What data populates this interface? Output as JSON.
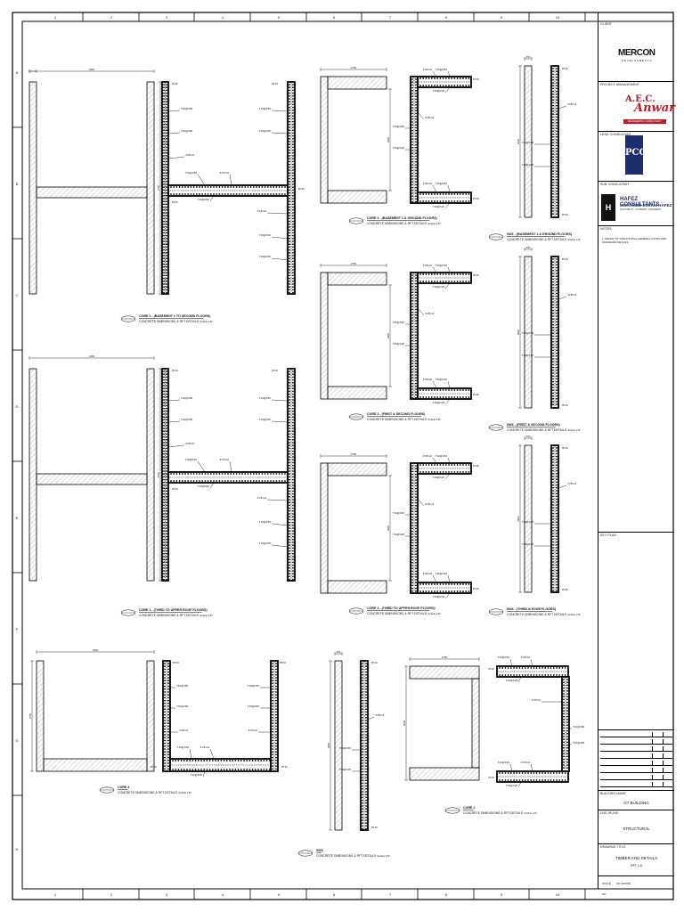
{
  "border": {
    "columns": [
      "1",
      "2",
      "3",
      "4",
      "5",
      "6",
      "7",
      "8",
      "9",
      "10"
    ],
    "rows": [
      "A",
      "B",
      "C",
      "D",
      "E",
      "F",
      "G",
      "H"
    ]
  },
  "title_block": {
    "client_label": "CLIENT",
    "client_logo": "MERCON",
    "client_logo_sub": "DEVELOPMENTS",
    "pm_label": "PROJECT MANAGEMENT",
    "pm_logo_top": "A.E.C.",
    "pm_logo": "Anwar",
    "pm_logo_sub": "ENGINEERING CONSULTANCY",
    "lead_label": "LEAD CONSULTANT",
    "lead_logo": "PCG",
    "sub_label": "SUB CONSULTANT",
    "sub_mark": "H",
    "sub_name": "HAFEZ CONSULTANTS",
    "sub_person": "MOHAMED ESSAM HAFEZ",
    "sub_desc": "ARCHITECTS · PLANNERS · ENGINEERS",
    "notes_label": "NOTES:",
    "notes_text": "1. REFER TO STRUCTURAL GENERAL NOTES AND STANDARD DETAILS",
    "keyplan_label": "KEY PLAN",
    "building_label": "BUILDING NAME",
    "building_value": "G7 BUILDING",
    "discipline_label": "DISCIPLINE",
    "discipline_value": "STRUCTURAL",
    "drawing_title_label": "DRAWING TITLE",
    "drawing_title_value": "TIMBER AND DETAILS",
    "drawing_title_sub": "RFT 1-5",
    "scale_label": "SCALE",
    "scale_value": "AS SHOWN",
    "sheet_label": "NO."
  },
  "drawing": {
    "titles": [
      {
        "id": "core1a",
        "text": "CORE 1 - (BASEMENT 1 TO SECOND FLOORS)",
        "sub": "CONCRETE DIMENSIONS & RFT DETAILS",
        "scale": "SCALE 1:25"
      },
      {
        "id": "core1b",
        "text": "CORE 1 - (THIRD TO UPPER ROOF FLOORS)",
        "sub": "CONCRETE DIMENSIONS & RFT DETAILS",
        "scale": "SCALE 1:25"
      },
      {
        "id": "core4",
        "text": "CORE 4",
        "sub": "CONCRETE DIMENSIONS & RFT DETAILS",
        "scale": "SCALE 1:25"
      },
      {
        "id": "core3a",
        "text": "CORE 3 - (BASEMENT 1 & GROUND FLOORS)",
        "sub": "CONCRETE DIMENSIONS & RFT DETAILS",
        "scale": "SCALE 1:25"
      },
      {
        "id": "core3b",
        "text": "CORE 3 - (FIRST & SECOND FLOORS)",
        "sub": "CONCRETE DIMENSIONS & RFT DETAILS",
        "scale": "SCALE 1:25"
      },
      {
        "id": "core3c",
        "text": "CORE 3 - (THIRD TO UPPER ROOF FLOORS)",
        "sub": "CONCRETE DIMENSIONS & RFT DETAILS",
        "scale": "SCALE 1:25"
      },
      {
        "id": "sw1a",
        "text": "SW1 - (BASEMENT 1 & GROUND FLOORS)",
        "sub": "CONCRETE DIMENSIONS & RFT DETAILS",
        "scale": "SCALE 1:25"
      },
      {
        "id": "sw1b",
        "text": "SW1 - (FIRST & SECOND FLOORS)",
        "sub": "CONCRETE DIMENSIONS & RFT DETAILS",
        "scale": "SCALE 1:25"
      },
      {
        "id": "sw1c",
        "text": "SW1 - (THIRD & FOUR FLOORS)",
        "sub": "CONCRETE DIMENSIONS & RFT DETAILS",
        "scale": "SCALE 1:25"
      },
      {
        "id": "sw2",
        "text": "SW2",
        "sub": "CONCRETE DIMENSIONS & RFT DETAILS",
        "scale": "SCALE 1:25"
      },
      {
        "id": "core2",
        "text": "CORE 2",
        "sub": "CONCRETE DIMENSIONS & RFT DETAILS",
        "scale": "SCALE 1:25"
      }
    ],
    "rebar": {
      "r1": "T10@150",
      "r2": "T10@200",
      "r3": "T10@125",
      "stirrup": "4Y8/m2",
      "edge": "8T16",
      "edge2": "6T16"
    },
    "dims": {
      "w1": "4460",
      "w2": "250",
      "w3": "2750",
      "w4": "2960",
      "w5": "4460",
      "w6": "2750"
    }
  }
}
